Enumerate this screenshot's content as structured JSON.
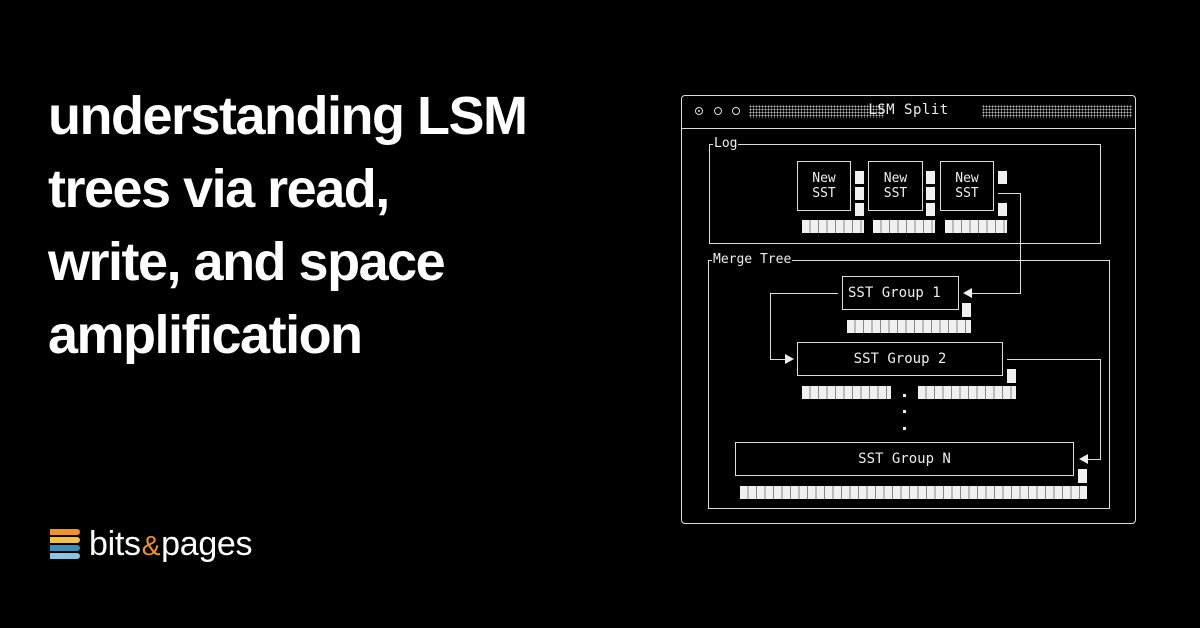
{
  "headline": {
    "lines": [
      "understanding LSM",
      "trees via read,",
      "write, and space",
      "amplification"
    ]
  },
  "brand": {
    "name_left": "bits",
    "ampersand": "&",
    "name_right": "pages",
    "mark_colors": [
      "#f2902c",
      "#f5c342",
      "#3a8fb7",
      "#8cc3e3"
    ],
    "accent": "#f2902c"
  },
  "window": {
    "title": "LSM Split",
    "controls": [
      "active-dot",
      "dot",
      "dot"
    ]
  },
  "diagram": {
    "log": {
      "label": "Log",
      "ssts": [
        {
          "line1": "New",
          "line2": "SST"
        },
        {
          "line1": "New",
          "line2": "SST"
        },
        {
          "line1": "New",
          "line2": "SST"
        }
      ]
    },
    "merge_tree": {
      "label": "Merge Tree",
      "groups": [
        {
          "label": "SST Group 1"
        },
        {
          "label": "SST Group 2"
        },
        {
          "label": "SST Group N"
        }
      ]
    }
  }
}
